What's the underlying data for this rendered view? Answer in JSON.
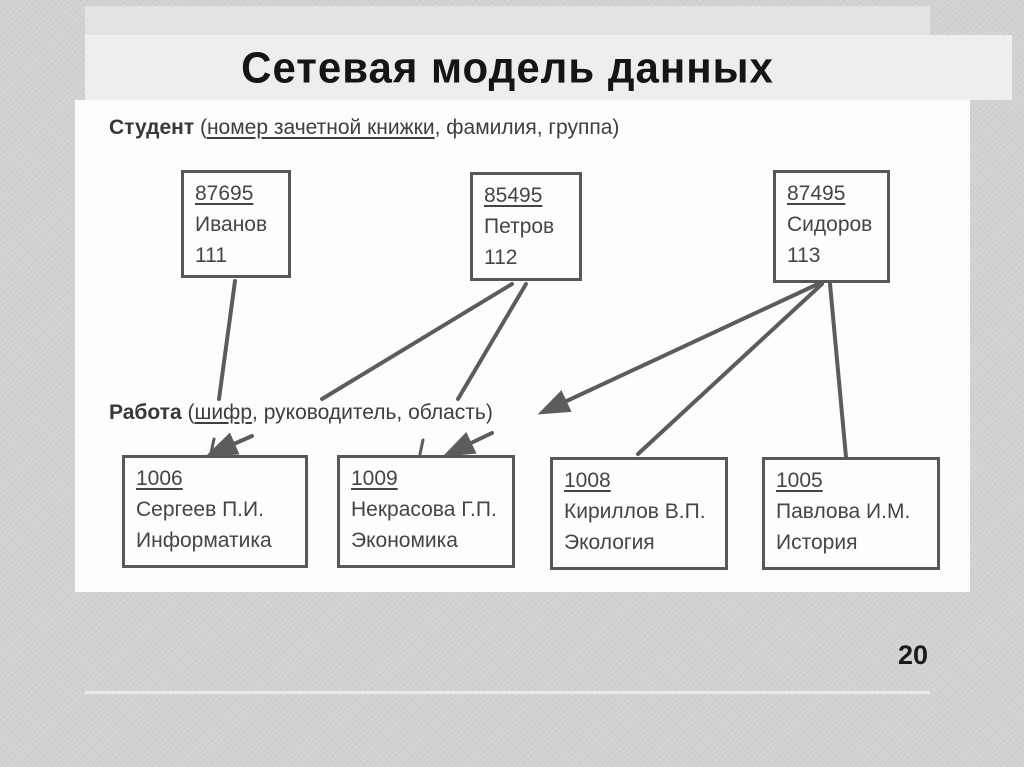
{
  "slide": {
    "title": "Сетевая модель данных",
    "page_number": "20"
  },
  "diagram": {
    "student_header": {
      "entity": "Студент",
      "open": " (",
      "key": "номер зачетной книжки",
      "rest": ", фамилия, группа)"
    },
    "work_header": {
      "entity": "Работа",
      "open": " (",
      "key": "шифр",
      "rest": ", руководитель, область)"
    },
    "students": [
      {
        "id": "87695",
        "name": "Иванов",
        "group": "111"
      },
      {
        "id": "85495",
        "name": "Петров",
        "group": "112"
      },
      {
        "id": "87495",
        "name": "Сидоров",
        "group": "113"
      }
    ],
    "works": [
      {
        "code": "1006",
        "supervisor": "Сергеев П.И.",
        "area": "Информатика"
      },
      {
        "code": "1009",
        "supervisor": "Некрасова Г.П.",
        "area": "Экономика"
      },
      {
        "code": "1008",
        "supervisor": "Кириллов В.П.",
        "area": "Экология"
      },
      {
        "code": "1005",
        "supervisor": "Павлова И.М.",
        "area": "История"
      }
    ],
    "relations": [
      {
        "from": "Иванов",
        "to": "1006"
      },
      {
        "from": "Петров",
        "to": "1006"
      },
      {
        "from": "Петров",
        "to": "1009"
      },
      {
        "from": "Сидоров",
        "to": "1009"
      },
      {
        "from": "Сидоров",
        "to": "1008"
      },
      {
        "from": "Сидоров",
        "to": "1005"
      }
    ],
    "colors": {
      "ink": "#454545",
      "line": "#5c5c5c",
      "panel_background": "#fdfdfd",
      "slide_background": "#d2d2d2"
    }
  }
}
